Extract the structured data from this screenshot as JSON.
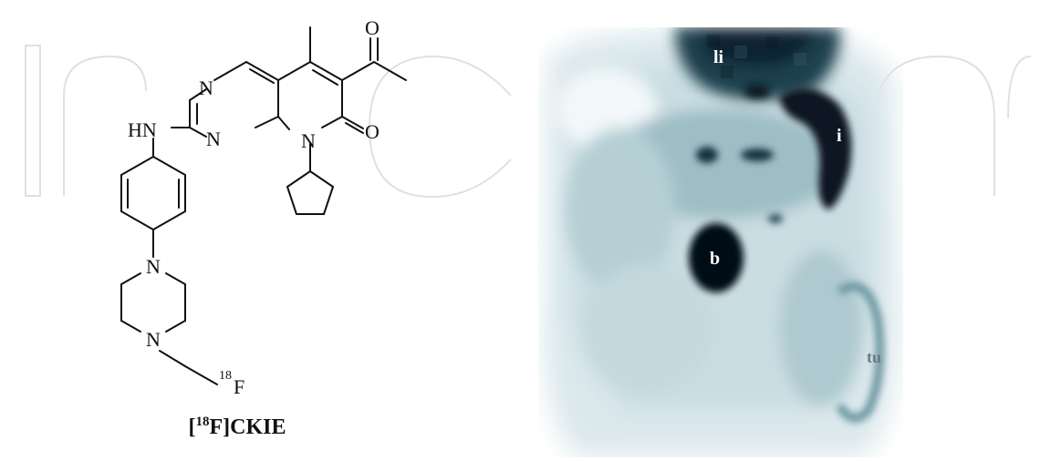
{
  "molecule": {
    "caption_isotope": "18",
    "caption_text": "F]CKIE",
    "atoms": {
      "n_ring_top": "N",
      "n_ring_bottom": "N",
      "n_lactam": "N",
      "o_acetyl": "O",
      "o_lactam": "O",
      "hn": "HN",
      "n_piperazine_top": "N",
      "n_piperazine_bottom": "N",
      "fluorine_isotope": "18",
      "fluorine": "F"
    }
  },
  "pet_image": {
    "labels": {
      "liver": "li",
      "intestine": "i",
      "bladder": "b",
      "tumor": "tu"
    }
  },
  "colors": {
    "ink": "#111111",
    "pet_dark": "#05121a",
    "pet_mid": "#7fa6b0",
    "pet_light": "#d7e6ea",
    "watermark": "#e3e3e3"
  }
}
